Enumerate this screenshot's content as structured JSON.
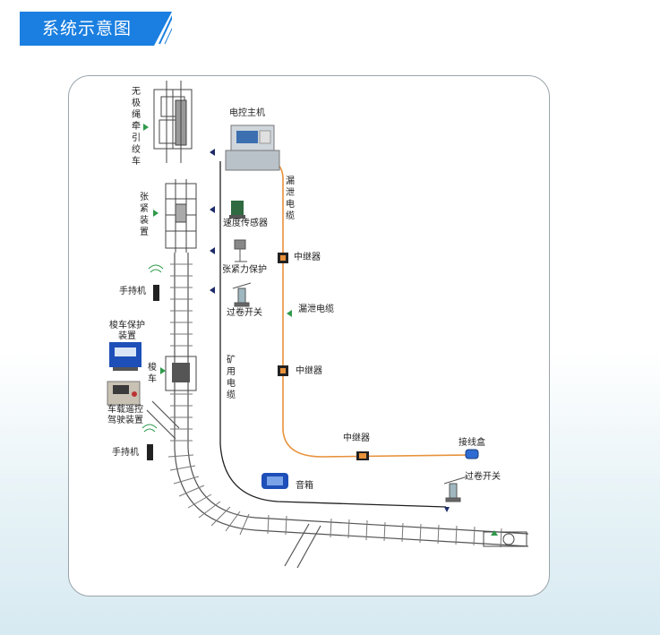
{
  "title": "系统示意图",
  "labels": {
    "rope_car": "无极绳牵引绞车",
    "tension": "张紧装置",
    "controller": "电控主机",
    "leaky_cable_v": "漏泄电缆",
    "speed_sensor": "速度传感器",
    "tension_protect": "张紧力保护",
    "repeater1": "中继器",
    "handheld1": "手持机",
    "overwind1": "过卷开关",
    "leaky_cable_h": "漏泄电缆",
    "car_protect": "梭车保护装置",
    "shuttle": "梭车",
    "mine_cable": "矿用电缆",
    "repeater2": "中继器",
    "remote_drive": "车载遥控驾驶装置",
    "repeater3": "中继器",
    "junction_box": "接线盒",
    "handheld2": "手持机",
    "overwind2": "过卷开关",
    "speaker": "音箱"
  },
  "colors": {
    "banner": "#1a7fe0",
    "leaky_cable": "#e8913a",
    "mine_cable": "#1f1f1f",
    "arrow_green": "#2e9a4a",
    "arrow_navy": "#1d2b6a",
    "device_blue": "#1e4fb8"
  }
}
